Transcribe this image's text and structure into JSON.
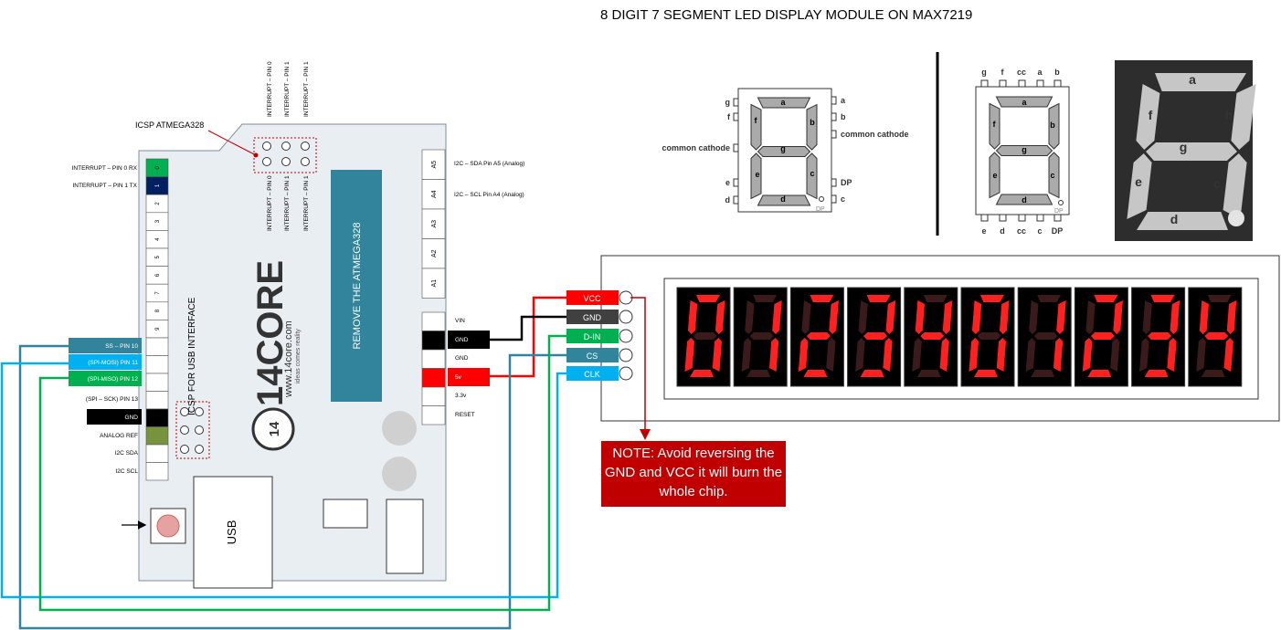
{
  "title": "8 DIGIT 7 SEGMENT LED DISPLAY MODULE ON MAX7219",
  "arduino": {
    "icsp_label": "ICSP ATMEGA328",
    "top_interrupt_labels": [
      "INTERRUPT – PIN 0",
      "INTERRUPT – PIN 1",
      "INTERRUPT – PIN 1"
    ],
    "inner_interrupt_labels": [
      "INTERRUPT – PIN 0",
      "INTERRUPT – PIN 1",
      "INTERRUPT – PIN 1"
    ],
    "chip_label": "REMOVE THE ATMEGA328",
    "icsp_usb_label": "ICSP FOR USB INTERFACE",
    "usb_label": "USB",
    "logo_text": "14CORE",
    "logo_url": "www.14core.com",
    "logo_tagline": "ideas comes reality",
    "digital_pins": [
      "0",
      "1",
      "2",
      "3",
      "4",
      "5",
      "6",
      "7",
      "8",
      "9"
    ],
    "left_labels": [
      {
        "text": "INTERRUPT – PIN 0 RX"
      },
      {
        "text": "INTERRUPT – PIN 1 TX"
      }
    ],
    "lower_left_labels": [
      {
        "text": "SS – PIN 10",
        "bg": "#31849b",
        "fg": "#ffffff"
      },
      {
        "text": "(SPI-MOSI) PIN 11",
        "bg": "#00b0f0",
        "fg": "#ffffff"
      },
      {
        "text": "(SPI-MISO) PIN 12",
        "bg": "#00b050",
        "fg": "#ffffff"
      },
      {
        "text": "(SPI – SCK) PIN 13",
        "bg": "#ffffff",
        "fg": "#000000"
      },
      {
        "text": "GND",
        "bg": "#000000",
        "fg": "#ffffff"
      },
      {
        "text": "ANALOG REF",
        "bg": "#ffffff",
        "fg": "#000000"
      },
      {
        "text": "I2C SDA",
        "bg": "#ffffff",
        "fg": "#000000"
      },
      {
        "text": "I2C SCL",
        "bg": "#ffffff",
        "fg": "#000000"
      }
    ],
    "analog_pins": [
      "A5",
      "A4",
      "A3",
      "A2",
      "A1"
    ],
    "analog_labels": [
      "I2C – SDA Pin A5 (Analog)",
      "I2C – SCL Pin A4 (Analog)"
    ],
    "power_labels": [
      "VIN",
      "GND",
      "GND",
      "5v",
      "3.3v",
      "RESET"
    ]
  },
  "module": {
    "pins": [
      {
        "label": "VCC",
        "color": "#ff0000"
      },
      {
        "label": "GND",
        "color": "#404040"
      },
      {
        "label": "D-IN",
        "color": "#00b050"
      },
      {
        "label": "CS",
        "color": "#31849b"
      },
      {
        "label": "CLK",
        "color": "#00b0f0"
      }
    ],
    "digits": [
      "0",
      "1",
      "2",
      "3",
      "4",
      "0",
      "1",
      "2",
      "3",
      "4"
    ],
    "note": "NOTE: Avoid reversing the GND and VCC it will burn the whole chip."
  },
  "pinout_side": {
    "left_pins": [
      "g",
      "f",
      "common cathode",
      "e",
      "d"
    ],
    "right_pins": [
      "a",
      "b",
      "common cathode",
      "DP",
      "c"
    ],
    "segments": [
      "a",
      "b",
      "c",
      "d",
      "e",
      "f",
      "g"
    ],
    "dp": "DP"
  },
  "pinout_top": {
    "top_pins": [
      "g",
      "f",
      "cc",
      "a",
      "b"
    ],
    "bottom_pins": [
      "e",
      "d",
      "cc",
      "c",
      "DP"
    ],
    "segments": [
      "a",
      "b",
      "c",
      "d",
      "e",
      "f",
      "g"
    ],
    "dp": "DP"
  },
  "photo_segments": [
    "a",
    "b",
    "c",
    "d",
    "e",
    "f",
    "g"
  ],
  "colors": {
    "vcc": "#ff0000",
    "gnd": "#000000",
    "din": "#00b050",
    "cs": "#31849b",
    "clk": "#00b0f0",
    "note_bg": "#c00000",
    "led_on": "#ff2020",
    "led_off": "#3a1a1a"
  }
}
